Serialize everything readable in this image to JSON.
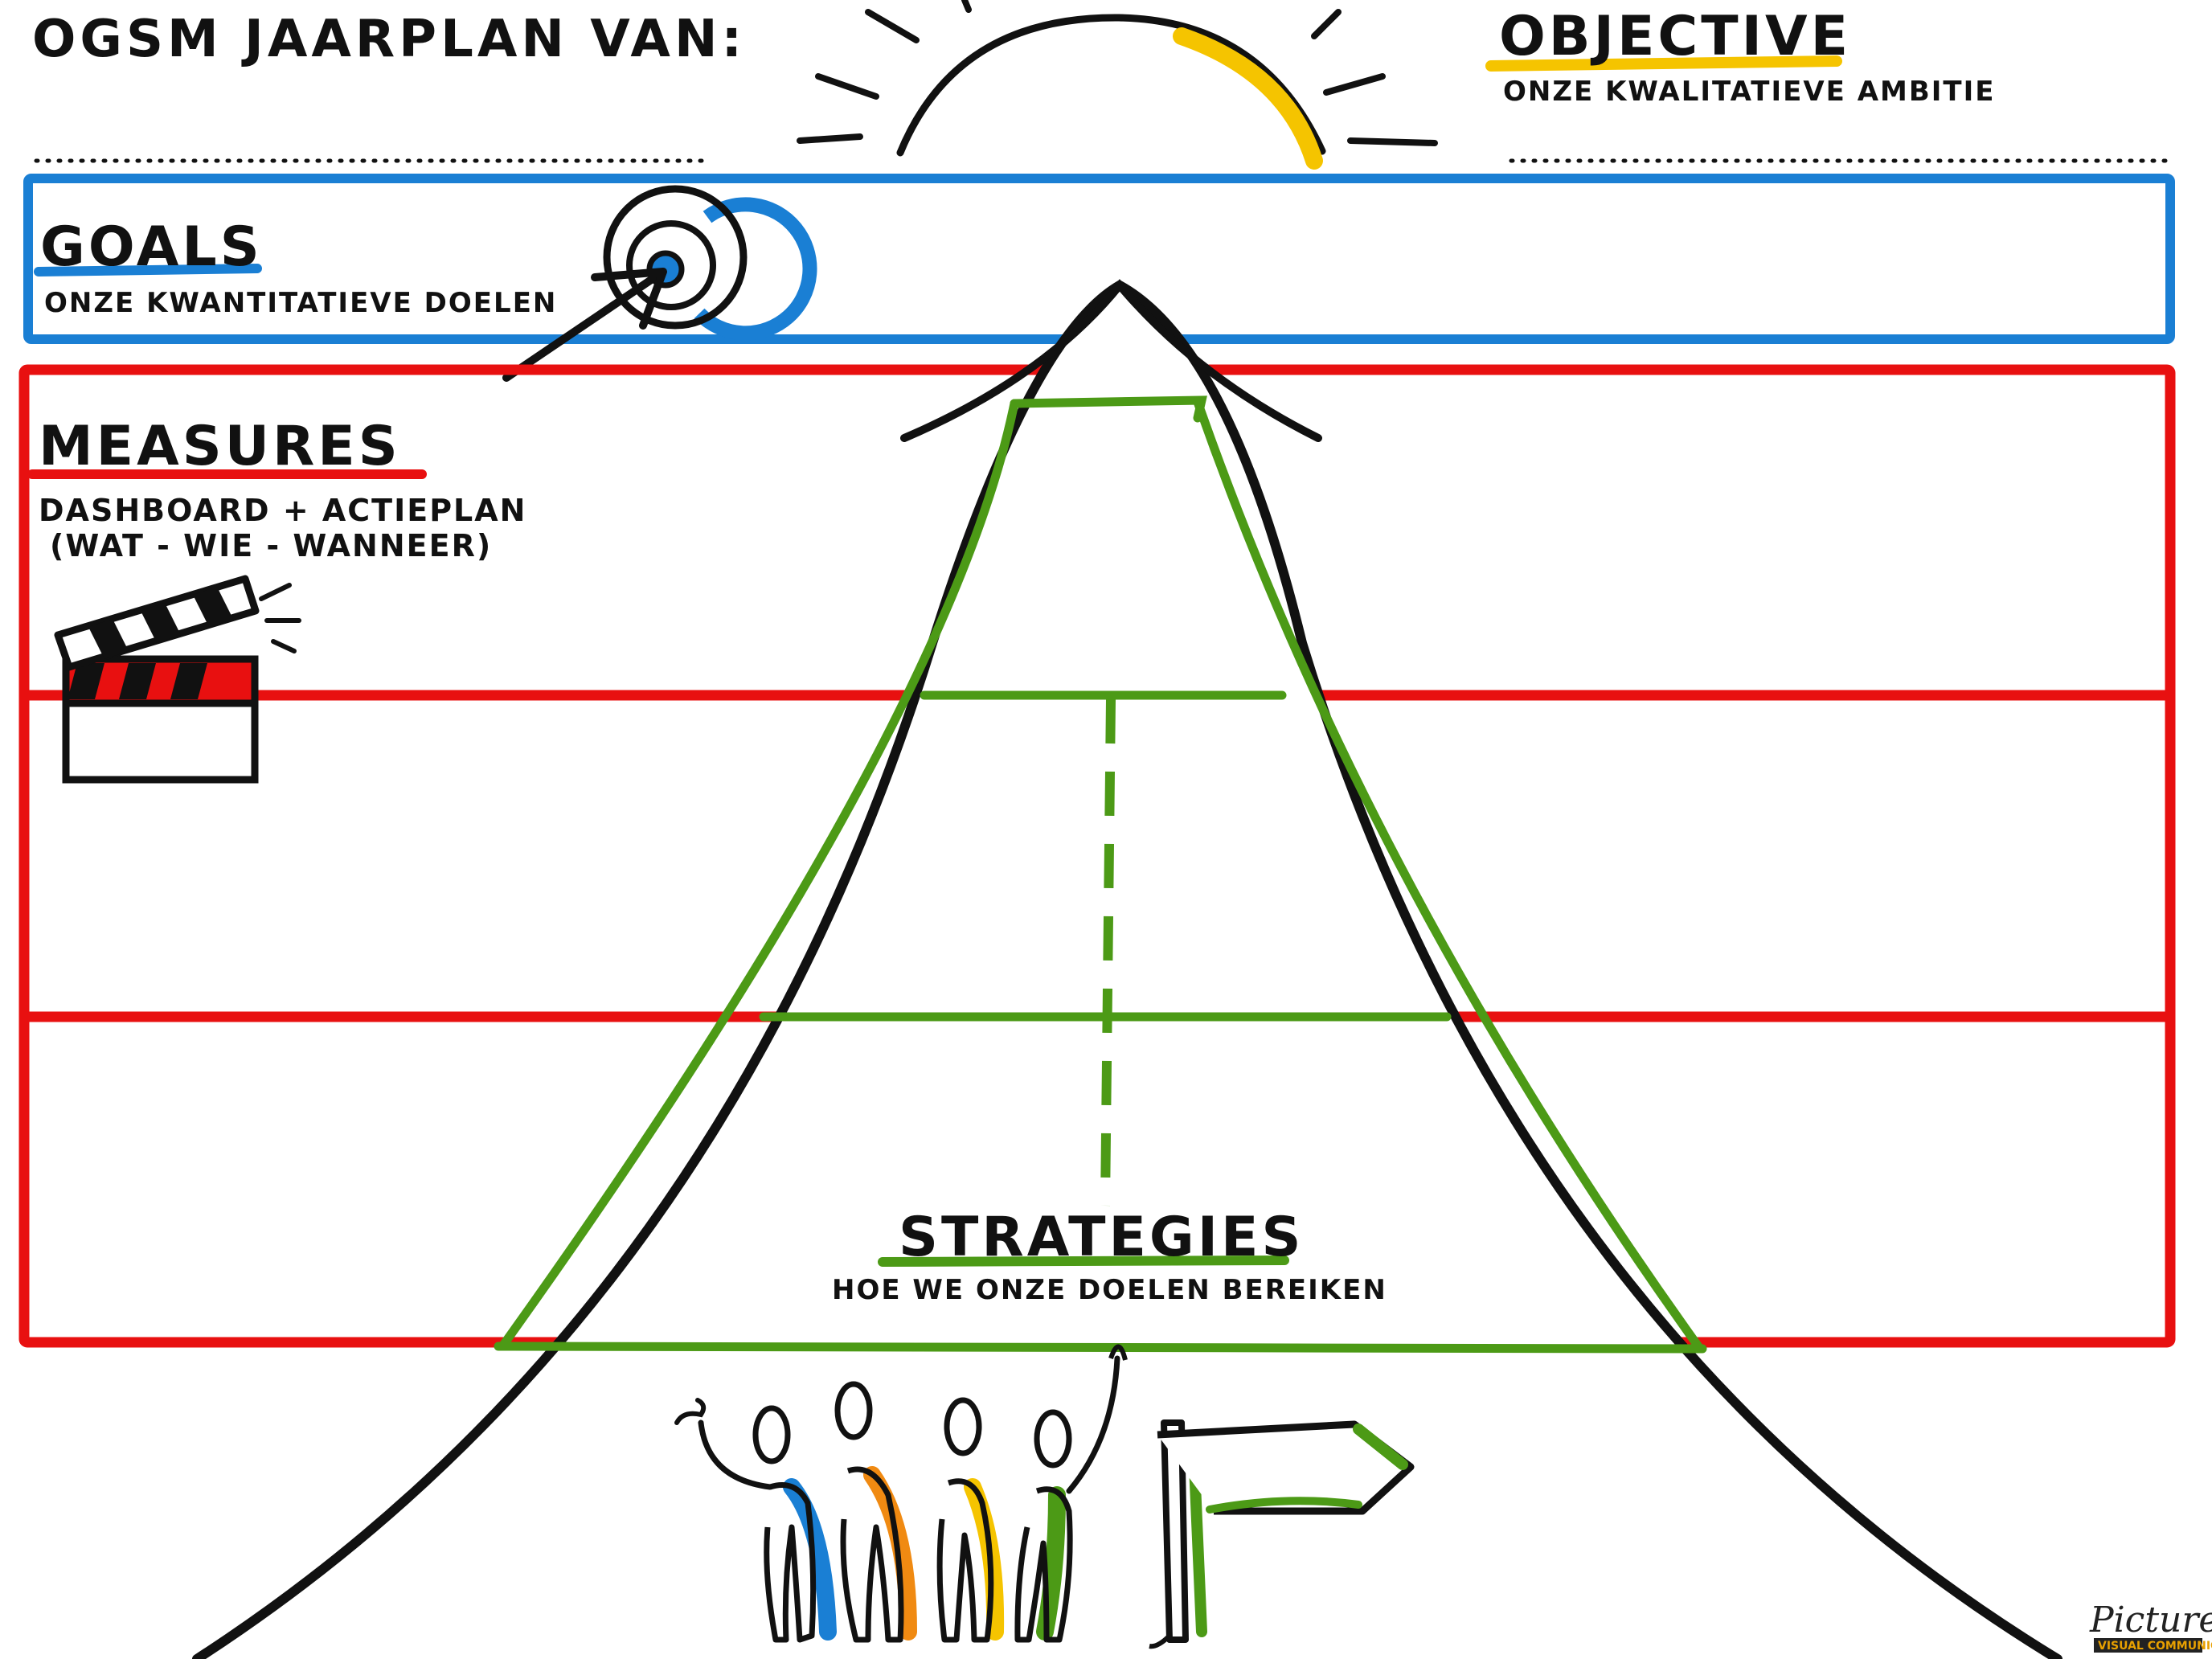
{
  "header": {
    "title": "OGSM JAARPLAN VAN:",
    "objective_label": "OBJECTIVE",
    "objective_sub": "ONZE KWALITATIEVE AMBITIE"
  },
  "goals": {
    "label": "GOALS",
    "sub": "ONZE KWANTITATIEVE DOELEN"
  },
  "measures": {
    "label": "MEASURES",
    "sub_line1": "DASHBOARD + ACTIEPLAN",
    "sub_line2": "(WAT - WIE - WANNEER)"
  },
  "strategies": {
    "label": "STRATEGIES",
    "sub": "HOE WE ONZE DOELEN BEREIKEN"
  },
  "branding": {
    "logo": "Picture.it",
    "tagline": "VISUAL COMMUNICATION"
  },
  "colors": {
    "goals_blue": "#1a7fd4",
    "measures_red": "#e81010",
    "strategies_green": "#4c9a16",
    "objective_yellow": "#f5c400",
    "ink": "#111111",
    "person_colors": [
      "#1a7fd4",
      "#f08a12",
      "#f5c400",
      "#4c9a16"
    ]
  },
  "icons": [
    "sun-icon",
    "target-icon",
    "clapperboard-icon",
    "people-icon",
    "signpost-icon",
    "mountain-icon"
  ]
}
